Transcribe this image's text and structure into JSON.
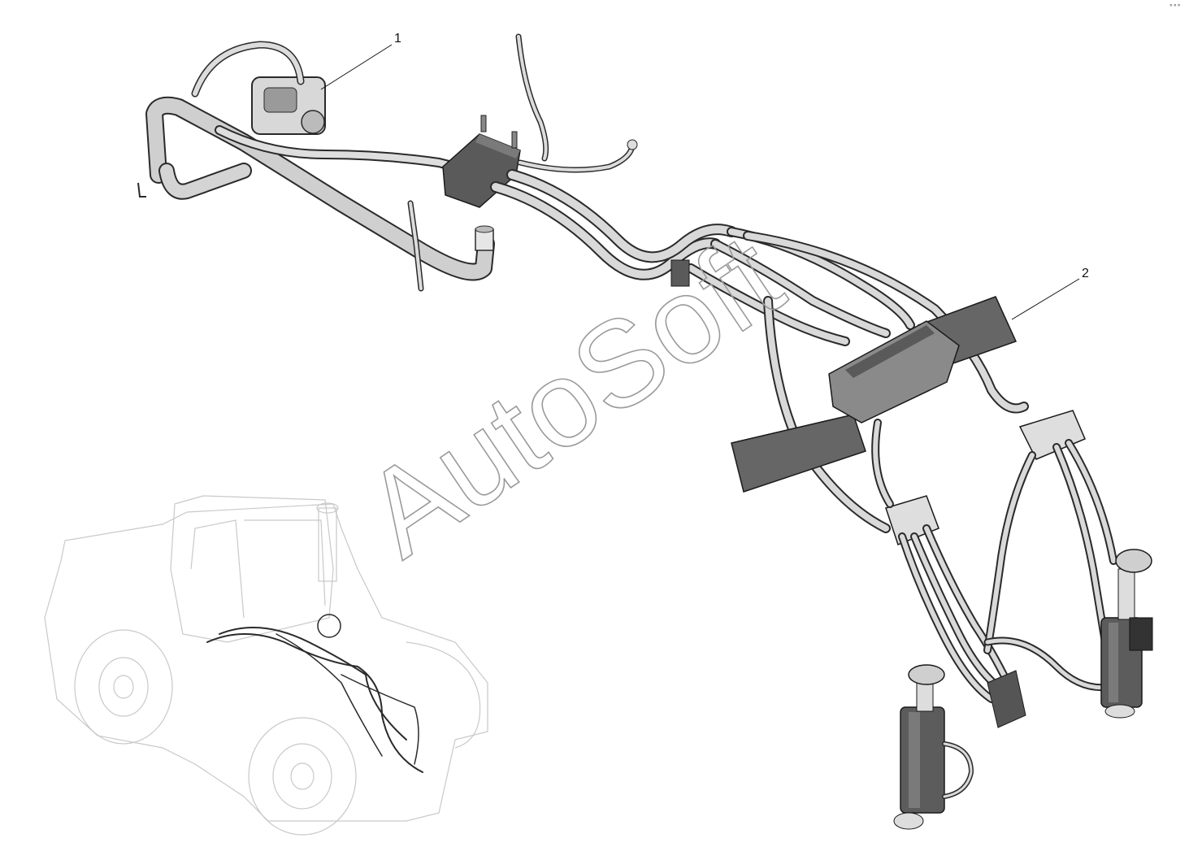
{
  "callouts": [
    {
      "label": "1",
      "target": "pump-assembly"
    },
    {
      "label": "2",
      "target": "distributor-frame"
    }
  ],
  "watermark": "AutoSoft",
  "corner_mark": "°°°",
  "colors": {
    "hose_fill": "#d9d9d9",
    "hose_edge": "#2a2a2a",
    "metal_dark": "#555555",
    "ghost_line": "#c9c9c9",
    "watermark_stroke": "#9a9a9a"
  }
}
